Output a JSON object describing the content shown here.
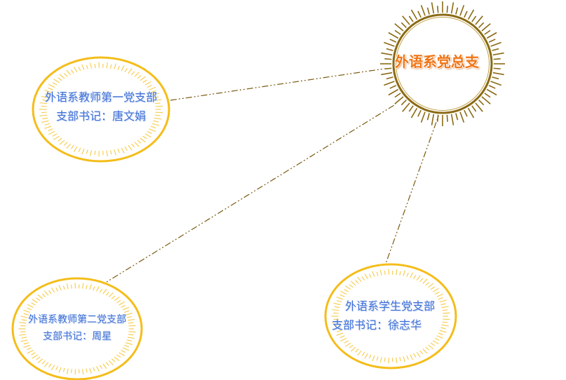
{
  "diagram": {
    "root": {
      "title": "外语系党总支"
    },
    "branches": [
      {
        "id": "teacher1",
        "name": "外语系教师第一党支部",
        "secretary": "支部书记：唐文娟"
      },
      {
        "id": "teacher2",
        "name": "外语系教师第二党支部",
        "secretary": "支部书记：周星"
      },
      {
        "id": "student",
        "name": "外语系学生党支部",
        "secretary": "支部书记：徐志华"
      }
    ],
    "colors": {
      "root_ring": "#8a6a14",
      "root_rays": "#8a6a14",
      "root_text": "#f07414",
      "branch_ring": "#f4bd1a",
      "branch_rays": "#f4bd1a",
      "branch_text": "#3d6fd6",
      "connector": "#7a5a12"
    }
  }
}
